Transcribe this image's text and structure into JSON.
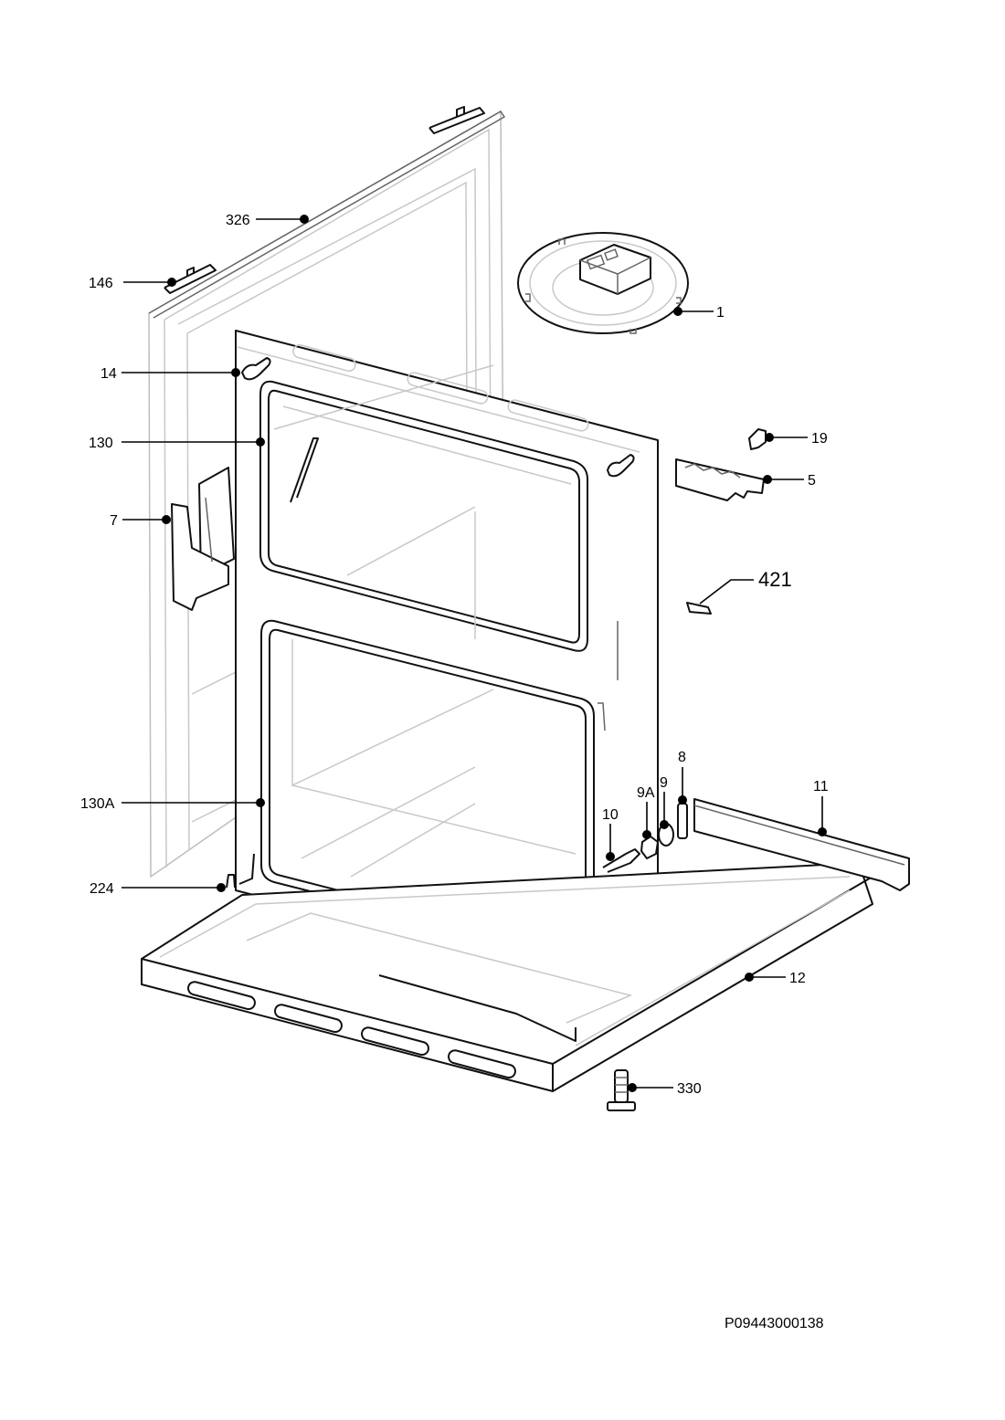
{
  "labels": {
    "l1": "1",
    "l5": "5",
    "l7": "7",
    "l8": "8",
    "l9": "9",
    "l9a": "9A",
    "l10": "10",
    "l11": "11",
    "l12": "12",
    "l14": "14",
    "l19": "19",
    "l130": "130",
    "l130a": "130A",
    "l146": "146",
    "l224": "224",
    "l326": "326",
    "l330": "330",
    "l421": "421"
  },
  "footer": {
    "drawing_code": "P09443000138"
  }
}
